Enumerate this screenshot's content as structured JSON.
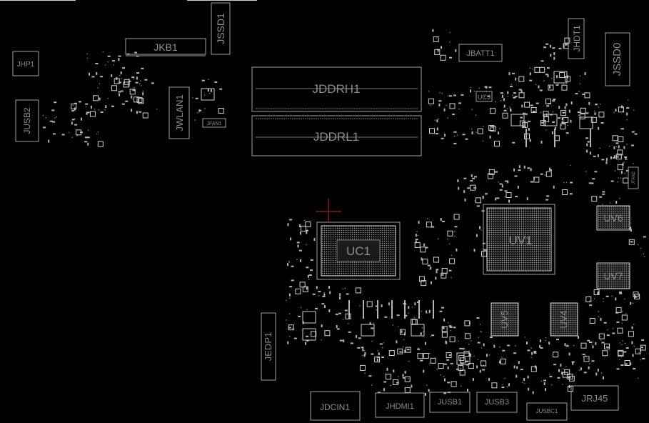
{
  "labels": {
    "jkb1": "JKB1",
    "jssd1": "JSSD1",
    "jhp1": "JHP1",
    "jusb2": "JUSB2",
    "jwlan1": "JWLAN1",
    "jfan1": "JFAN1",
    "jddrh1": "JDDRH1",
    "jddrl1": "JDDRL1",
    "jbatt1": "JBATT1",
    "jhdt1": "JHDT1",
    "jssd0": "JSSD0",
    "uc3": "UC3",
    "uc1": "UC1",
    "uv1": "UV1",
    "uv6": "UV6",
    "uv7": "UV7",
    "uv5": "UV5",
    "uv4": "UV4",
    "jfan2": "JFAN2",
    "jedp1": "JEDP1",
    "jdcin1": "JDCIN1",
    "jhdmi1": "JHDMI1",
    "jusb1": "JUSB1",
    "jusb3": "JUSB3",
    "jusbc1": "JUSBC1",
    "jrj45": "JRJ45"
  }
}
